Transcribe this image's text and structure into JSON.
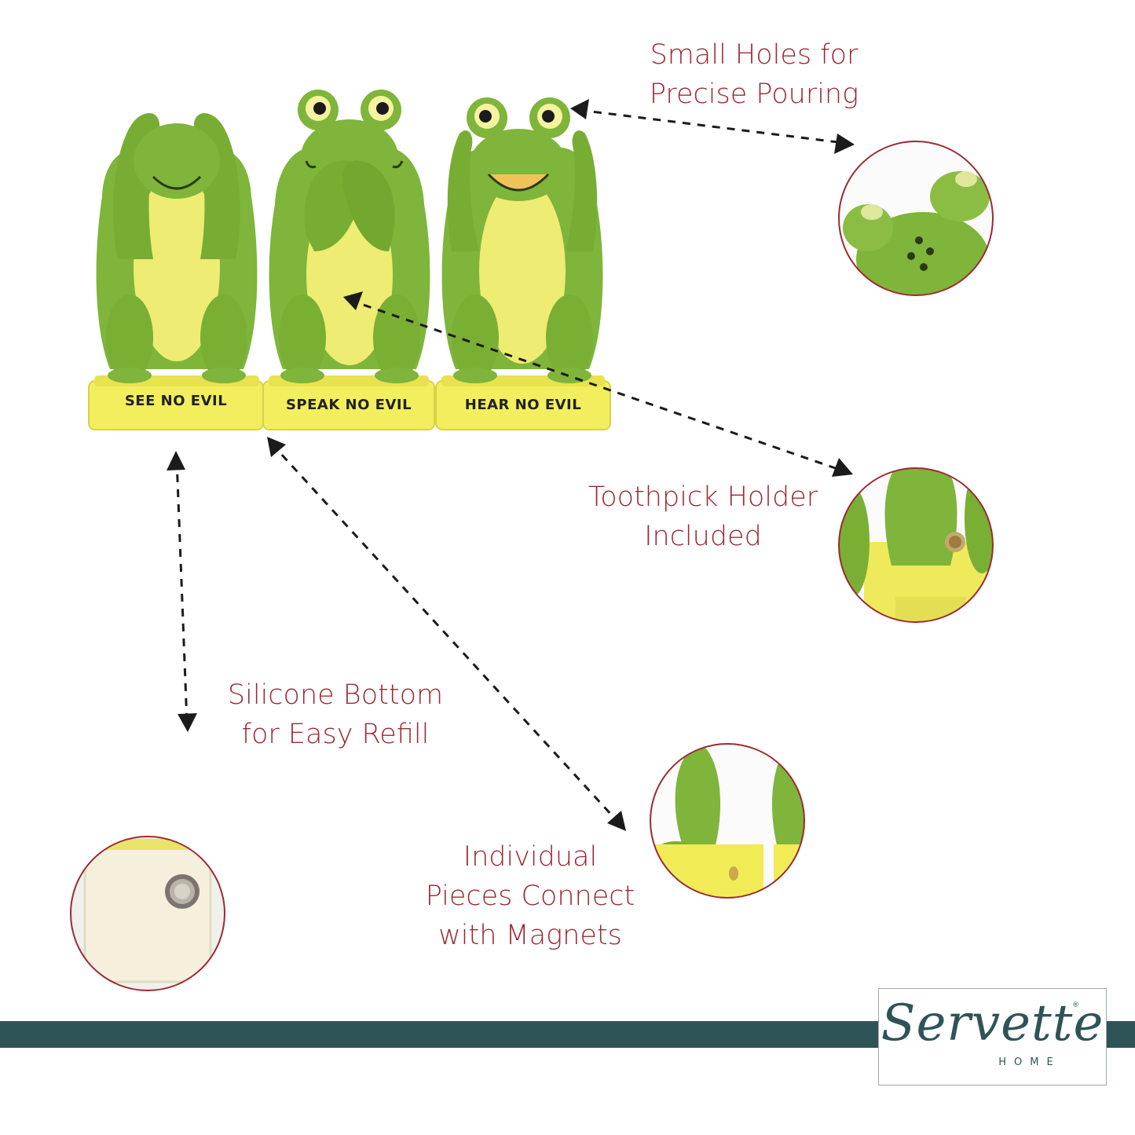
{
  "product": {
    "plaque_labels": [
      "SEE NO EVIL",
      "SPEAK NO EVIL",
      "HEAR NO EVIL"
    ],
    "body_color": "#7eb53a",
    "belly_color": "#f2f07a",
    "base_color": "#f3ee5e"
  },
  "callouts": {
    "pouring": {
      "line1": "Small Holes for",
      "line2": "Precise Pouring"
    },
    "toothpick": {
      "line1": "Toothpick Holder",
      "line2": "Included"
    },
    "silicone": {
      "line1": "Silicone Bottom",
      "line2": "for Easy Refill"
    },
    "magnets": {
      "line1": "Individual",
      "line2": "Pieces Connect",
      "line3": "with Magnets"
    }
  },
  "brand": {
    "name": "Servette",
    "sub": "HOME",
    "reg": "®",
    "band_color": "#2f5458",
    "accent_color": "#9c2a33"
  }
}
